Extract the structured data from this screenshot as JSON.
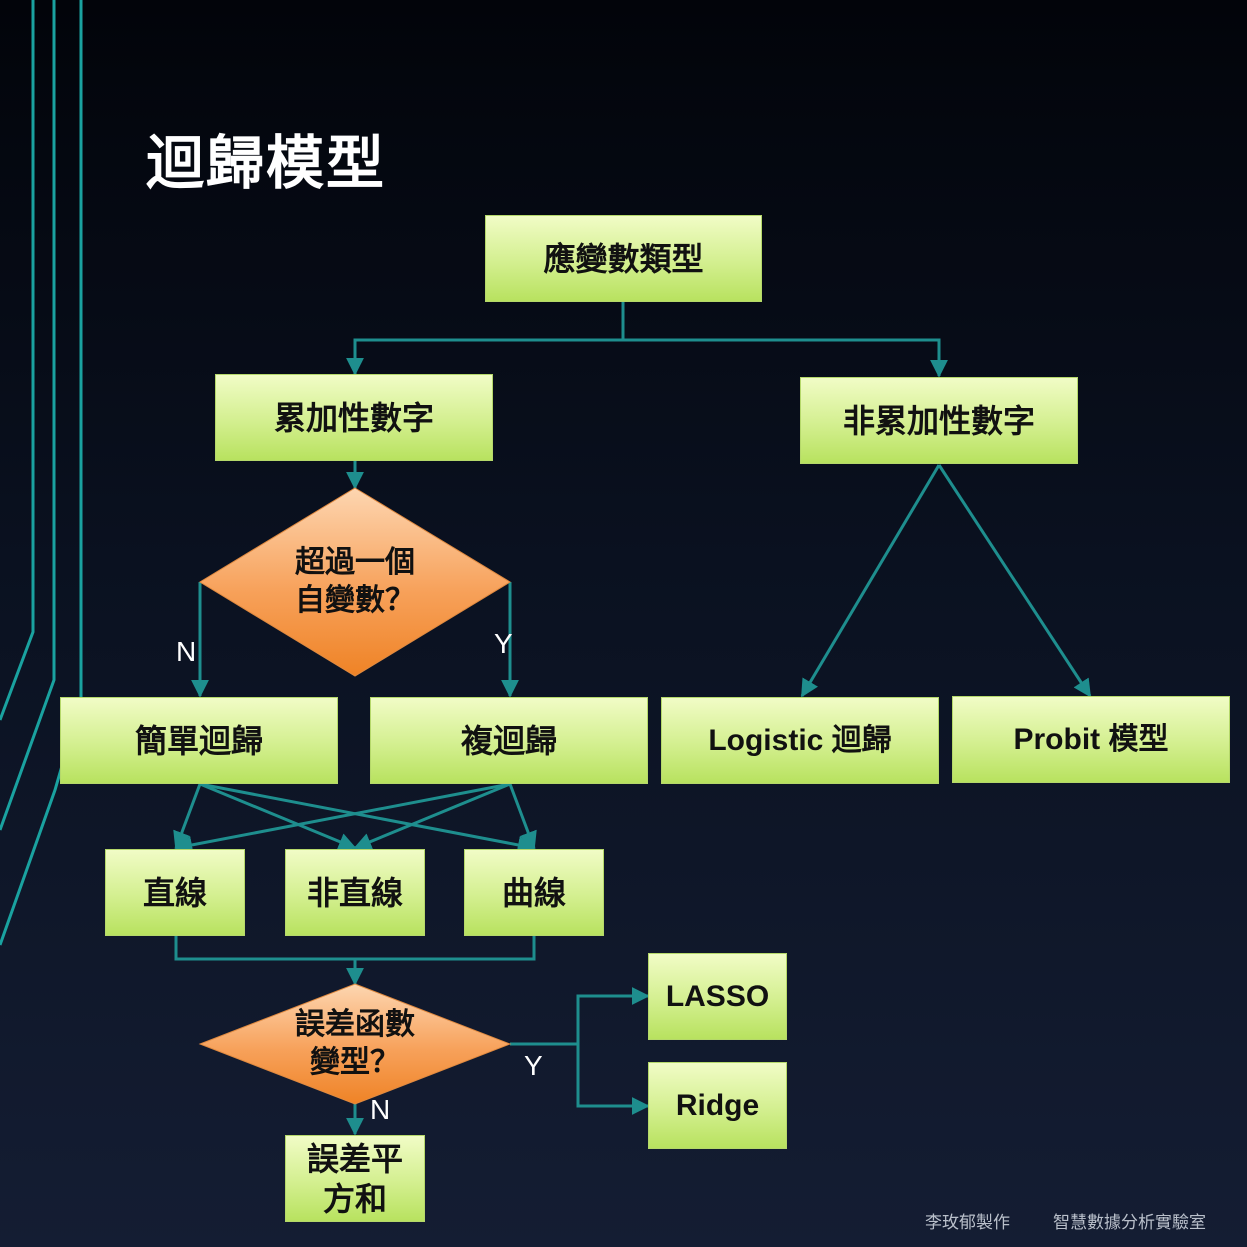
{
  "title": "迴歸模型",
  "colors": {
    "connector": "#1e8e8e",
    "box_fill": "#d3ef8f",
    "decision_fill": "#f7a15a",
    "decoration": "#1aa2a0"
  },
  "nodes": {
    "response_type": "應變數類型",
    "additive_numeric": "累加性數字",
    "non_additive_numeric": "非累加性數字",
    "multi_var_q_line1": "超過一個",
    "multi_var_q_line2": "自變數？",
    "simple_regression": "簡單迴歸",
    "multiple_regression": "複迴歸",
    "logistic_regression": "Logistic 迴歸",
    "probit_model": "Probit 模型",
    "linear": "直線",
    "nonlinear": "非直線",
    "curve": "曲線",
    "error_fn_q_line1": "誤差函數",
    "error_fn_q_line2": "變型？",
    "lasso": "LASSO",
    "ridge": "Ridge",
    "sse_line1": "誤差平",
    "sse_line2": "方和"
  },
  "edge_labels": {
    "q1_no": "N",
    "q1_yes": "Y",
    "q2_yes": "Y",
    "q2_no": "N"
  },
  "footer": {
    "author": "李玫郁製作",
    "lab": "智慧數據分析實驗室"
  }
}
